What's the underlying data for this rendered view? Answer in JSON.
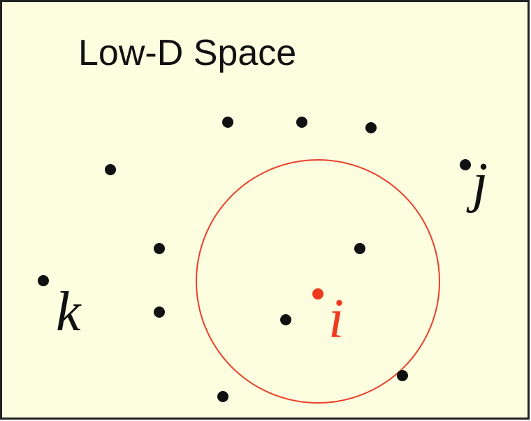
{
  "title": "Low-D Space",
  "colors": {
    "background": "#fdfde0",
    "border": "#222222",
    "point": "#111111",
    "highlight": "#ee3a1c",
    "circle": "#e8402a"
  },
  "labels": {
    "i": "i",
    "j": "j",
    "k": "k"
  }
}
